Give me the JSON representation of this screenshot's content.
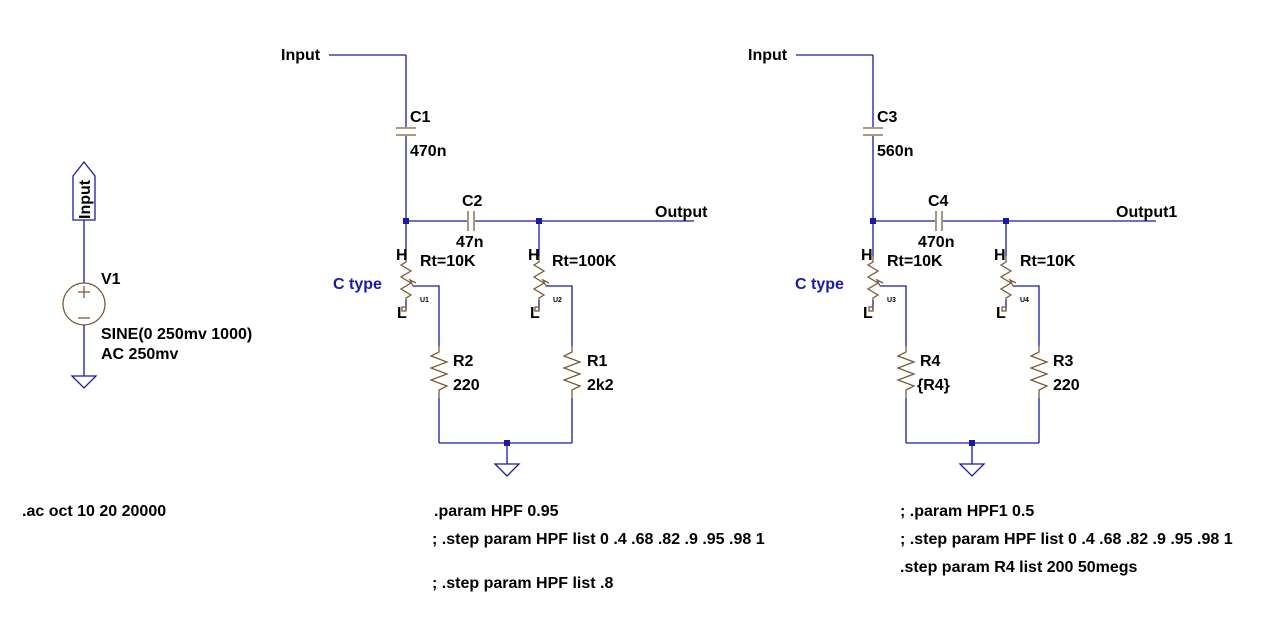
{
  "colors": {
    "wire": "#1a1aa8",
    "part": "#7f5a37",
    "text": "#000000",
    "ctype": "#1a1aa8"
  },
  "source": {
    "port_label": "Input",
    "name": "V1",
    "value": "SINE(0 250mv 1000)",
    "ac": "AC 250mv"
  },
  "directive_ac": ".ac oct 10 20 20000",
  "left": {
    "input_label": "Input",
    "output_label": "Output",
    "c1": {
      "name": "C1",
      "value": "470n"
    },
    "c2": {
      "name": "C2",
      "value": "47n"
    },
    "u1": {
      "type": "C type",
      "h": "H",
      "l": "L",
      "rt": "Rt=10K",
      "ref": "U1"
    },
    "u2": {
      "h": "H",
      "l": "L",
      "rt": "Rt=100K",
      "ref": "U2"
    },
    "r2": {
      "name": "R2",
      "value": "220"
    },
    "r1": {
      "name": "R1",
      "value": "2k2"
    },
    "directives": [
      ".param HPF 0.95",
      "; .step param HPF list 0 .4 .68 .82 .9 .95 .98 1",
      "; .step param HPF list .8"
    ]
  },
  "right": {
    "input_label": "Input",
    "output_label": "Output1",
    "c3": {
      "name": "C3",
      "value": "560n"
    },
    "c4": {
      "name": "C4",
      "value": "470n"
    },
    "u3": {
      "type": "C type",
      "h": "H",
      "l": "L",
      "rt": "Rt=10K",
      "ref": "U3"
    },
    "u4": {
      "h": "H",
      "l": "L",
      "rt": "Rt=10K",
      "ref": "U4"
    },
    "r4": {
      "name": "R4",
      "value": "{R4}"
    },
    "r3": {
      "name": "R3",
      "value": "220"
    },
    "directives": [
      "; .param HPF1  0.5",
      "; .step param HPF list 0 .4 .68 .82 .9 .95 .98 1",
      ".step param R4 list 200 50megs"
    ]
  }
}
